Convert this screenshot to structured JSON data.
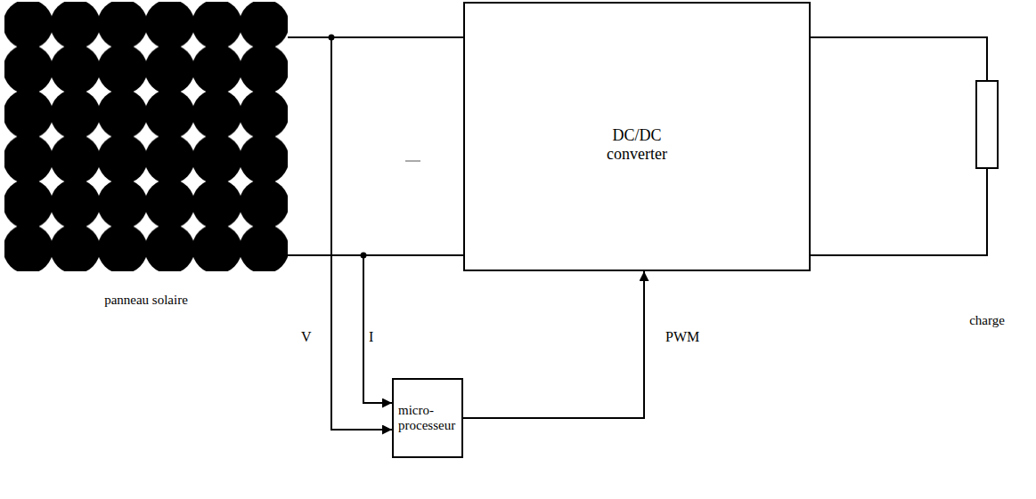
{
  "diagram": {
    "nodes": [
      {
        "text": [
          "panneau solaire"
        ]
      },
      {
        "text": [
          "DC/DC converter"
        ]
      },
      {
        "text": [
          "charge"
        ]
      },
      {
        "text": [
          "micro- processeur"
        ]
      }
    ],
    "edges": [
      {
        "from": 0,
        "to": 1,
        "arrow": "none"
      },
      {
        "from": 0,
        "to": 1,
        "arrow": "none"
      },
      {
        "from": 1,
        "to": 2,
        "arrow": "none"
      },
      {
        "from": 1,
        "to": 2,
        "arrow": "none"
      },
      {
        "from": 0,
        "to": 3,
        "label": "V",
        "arrow": "to"
      },
      {
        "from": 0,
        "to": 3,
        "label": "I",
        "arrow": "to"
      },
      {
        "from": 3,
        "to": 1,
        "label": "PWM",
        "arrow": "to"
      }
    ]
  }
}
